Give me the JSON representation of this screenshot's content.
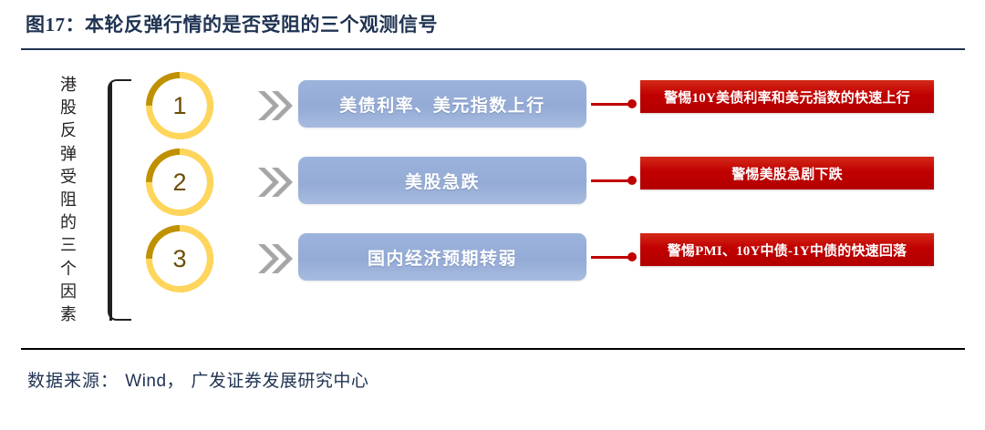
{
  "header": {
    "title": "图17：本轮反弹行情的是否受阻的三个观测信号"
  },
  "footer": {
    "source_label": "数据来源：",
    "source_wind": "Wind，",
    "source_org": "广发证券发展研究中心"
  },
  "diagram": {
    "vertical_caption": "港股反弹受阻的三个因素",
    "vertical_caption_chars": [
      "港",
      "股",
      "反",
      "弹",
      "受",
      "阻",
      "的",
      "三",
      "个",
      "因",
      "素"
    ],
    "chevron_icon": "double-chevron-right",
    "colors": {
      "title_navy": "#1F3352",
      "ring_dark_gold": "#BF9000",
      "ring_light_gold": "#FFD65B",
      "ring_number": "#6B4D07",
      "blue_box": "#94ABD6",
      "red_box": "#C00000",
      "connector": "#C00000",
      "chevron_gray": "#A6A6A6",
      "bracket": "#231F20"
    },
    "rows": [
      {
        "number": "1",
        "factor": "美债利率、美元指数上行",
        "warning": "警惕10Y美债利率和美元指数的快速上行"
      },
      {
        "number": "2",
        "factor": "美股急跌",
        "warning": "警惕美股急剧下跌"
      },
      {
        "number": "3",
        "factor": "国内经济预期转弱",
        "warning": "警惕PMI、10Y中债-1Y中债的快速回落"
      }
    ]
  }
}
